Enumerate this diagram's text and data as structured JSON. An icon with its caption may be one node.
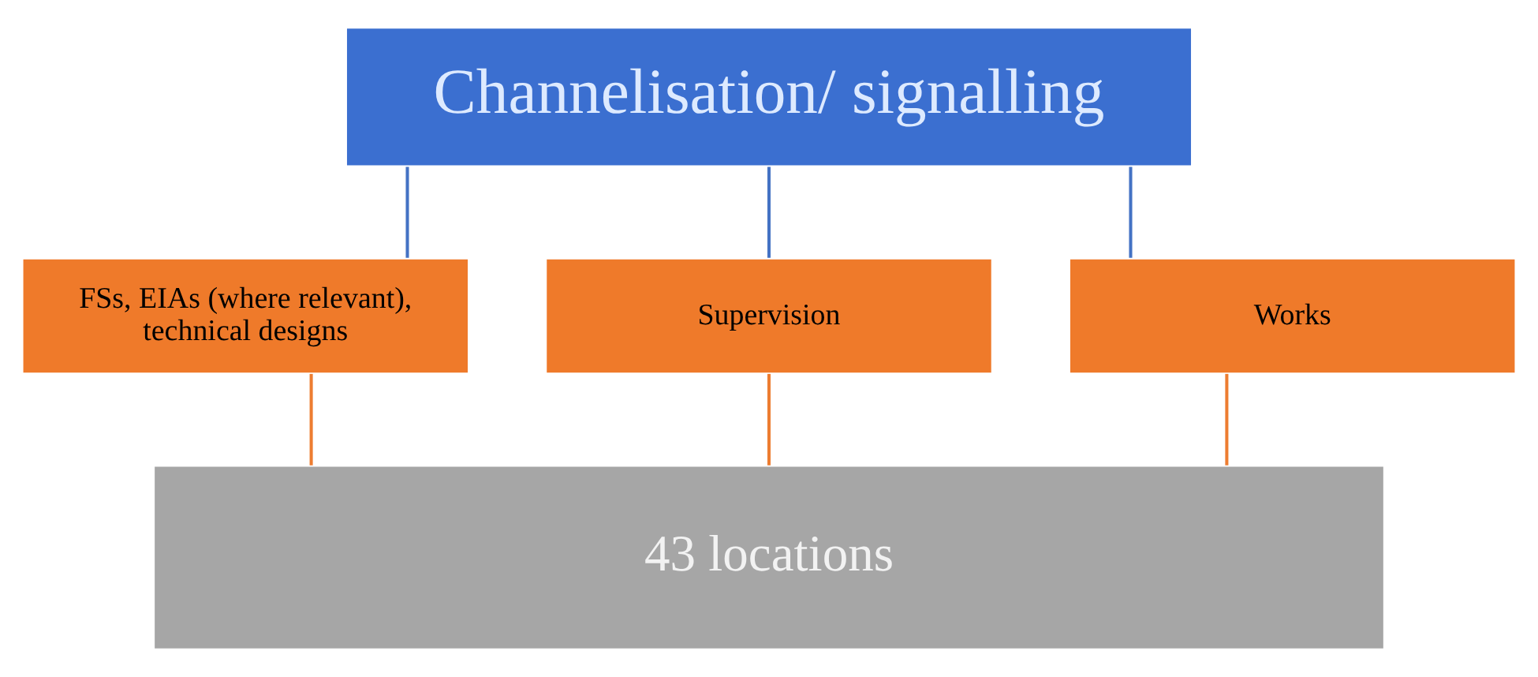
{
  "diagram": {
    "nodes": [
      {
        "text": [
          "Channelisation/ signalling"
        ]
      },
      {
        "text": [
          "FSs, EIAs (where relevant), technical designs"
        ]
      },
      {
        "text": [
          "Supervision"
        ]
      },
      {
        "text": [
          "Works"
        ]
      },
      {
        "text": [
          "43 locations"
        ]
      }
    ],
    "edges": [
      {
        "from": 0,
        "to": 1,
        "arrow": "none",
        "color": "#4472c4"
      },
      {
        "from": 0,
        "to": 2,
        "arrow": "none",
        "color": "#4472c4"
      },
      {
        "from": 0,
        "to": 3,
        "arrow": "none",
        "color": "#4472c4"
      },
      {
        "from": 1,
        "to": 4,
        "arrow": "none",
        "color": "#ed7d31"
      },
      {
        "from": 2,
        "to": 4,
        "arrow": "none",
        "color": "#ed7d31"
      },
      {
        "from": 3,
        "to": 4,
        "arrow": "none",
        "color": "#ed7d31"
      }
    ]
  }
}
